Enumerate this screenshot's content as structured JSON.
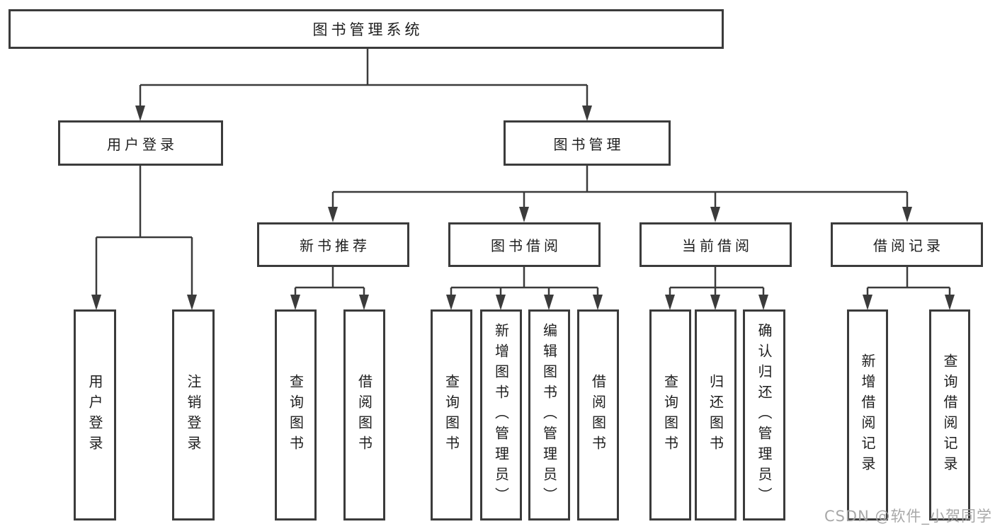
{
  "diagram": {
    "root": {
      "label": "图书管理系统"
    },
    "user_login": {
      "label": "用户登录",
      "children": [
        {
          "label": "用户登录"
        },
        {
          "label": "注销登录"
        }
      ]
    },
    "book_management": {
      "label": "图书管理",
      "groups": [
        {
          "label": "新书推荐",
          "children": [
            {
              "label": "查询图书"
            },
            {
              "label": "借阅图书"
            }
          ]
        },
        {
          "label": "图书借阅",
          "children": [
            {
              "label": "查询图书"
            },
            {
              "label": "新增图书（管理员）"
            },
            {
              "label": "编辑图书（管理员）"
            },
            {
              "label": "借阅图书"
            }
          ]
        },
        {
          "label": "当前借阅",
          "children": [
            {
              "label": "查询图书"
            },
            {
              "label": "归还图书"
            },
            {
              "label": "确认归还（管理员）"
            }
          ]
        },
        {
          "label": "借阅记录",
          "children": [
            {
              "label": "新增借阅记录"
            },
            {
              "label": "查询借阅记录"
            }
          ]
        }
      ]
    }
  },
  "watermark": "CSDN @软件_小贺同学",
  "colors": {
    "line": "#3b3b3b",
    "box_border": "#3b3b3b",
    "text": "#1e1e1e",
    "watermark": "#a3a3a3",
    "background": "#ffffff"
  }
}
